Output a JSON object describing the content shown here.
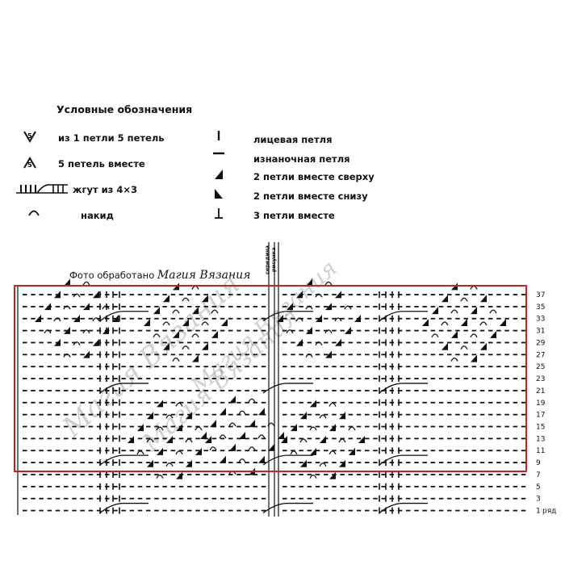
{
  "legend": {
    "title": "Условные обозначения",
    "left_items": [
      {
        "symbol": "5-from-1-icon",
        "label": "из 1 петли 5 петель"
      },
      {
        "symbol": "5-together-icon",
        "label": "5 петель вместе"
      },
      {
        "symbol": "cable-4x3-icon",
        "label": "жгут из 4×3"
      },
      {
        "symbol": "yarn-over-icon",
        "label": "накид"
      }
    ],
    "right_items": [
      {
        "symbol": "knit-stitch-icon",
        "label": "лицевая петля"
      },
      {
        "symbol": "purl-stitch-icon",
        "label": "изнаночная петля"
      },
      {
        "symbol": "k2tog-top-icon",
        "label": "2 петли вместе сверху"
      },
      {
        "symbol": "k2tog-bottom-icon",
        "label": "2 петли вместе снизу"
      },
      {
        "symbol": "k3tog-icon",
        "label": "3 петли вместе"
      }
    ]
  },
  "credit": {
    "prefix": "Фото обработано",
    "brand": "Магия Вязания"
  },
  "center_label": "середина рисунка",
  "row_numbers": [
    "37",
    "35",
    "33",
    "31",
    "29",
    "27",
    "25",
    "23",
    "21",
    "19",
    "17",
    "15",
    "13",
    "11",
    "9",
    "7",
    "5",
    "3",
    "1"
  ],
  "row_suffix": "ряд",
  "watermark": "Магия Вязания",
  "colors": {
    "ink": "#111111",
    "highlight_frame": "#cc1f1f"
  }
}
